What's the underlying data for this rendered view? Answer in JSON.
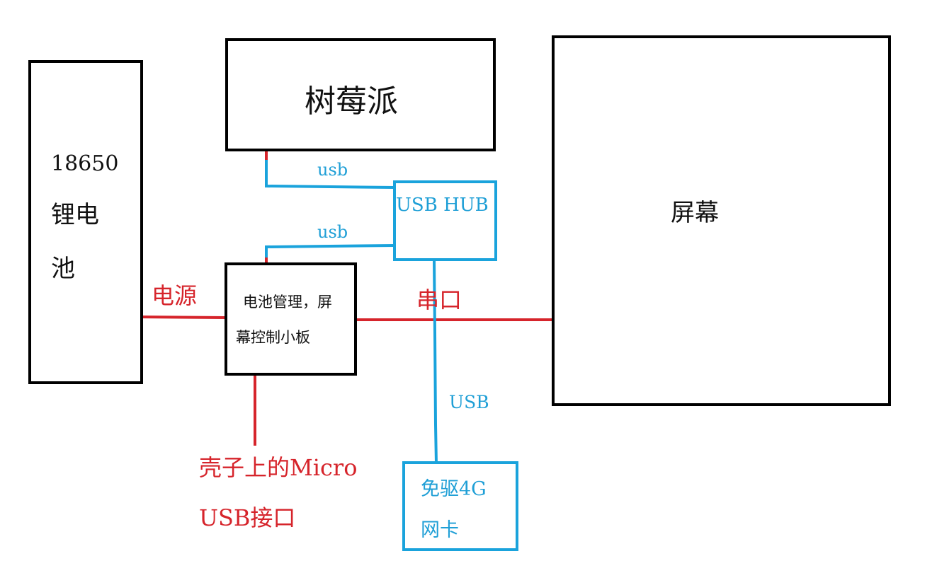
{
  "colors": {
    "box_border": "#000000",
    "usb_line": "#1aa3dc",
    "power_line": "#d6242b"
  },
  "blocks": {
    "raspberry_pi": {
      "label": "树莓派"
    },
    "battery": {
      "lines": [
        "18650",
        "锂电",
        "池"
      ]
    },
    "screen": {
      "label": "屏幕"
    },
    "usb_hub": {
      "label": "USB HUB"
    },
    "control_board": {
      "lines": [
        "电池管理，屏",
        "幕控制小板"
      ]
    },
    "modem": {
      "lines": [
        "免驱4G",
        "网卡"
      ]
    }
  },
  "connections": {
    "pi_to_hub": {
      "label": "usb"
    },
    "board_to_hub": {
      "label": "usb"
    },
    "battery_to_board": {
      "label": "电源"
    },
    "board_to_screen": {
      "label": "串口"
    },
    "hub_to_modem": {
      "label": "USB"
    },
    "external_port": {
      "lines": [
        "壳子上的Micro",
        "USB接口"
      ]
    }
  }
}
